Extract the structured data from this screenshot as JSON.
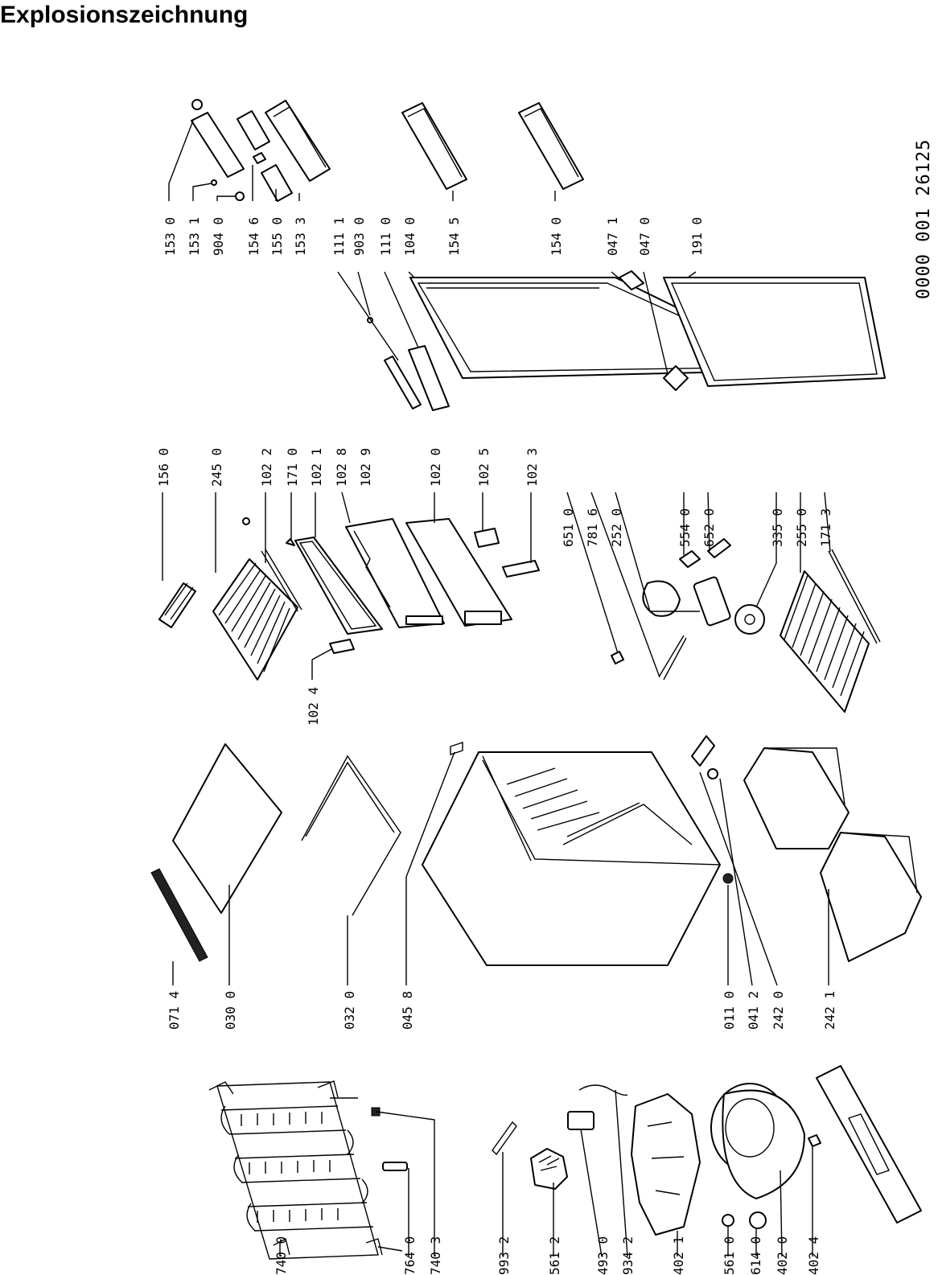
{
  "title": "Explosionszeichnung",
  "doc_code": "0000 001 26125",
  "labels": [
    {
      "id": "l7400",
      "text": "740 0"
    },
    {
      "id": "l7640",
      "text": "764 0"
    },
    {
      "id": "l7403",
      "text": "740 3"
    },
    {
      "id": "l9932",
      "text": "993 2"
    },
    {
      "id": "l5612",
      "text": "561 2"
    },
    {
      "id": "l4930",
      "text": "493 0"
    },
    {
      "id": "l9342",
      "text": "934 2"
    },
    {
      "id": "l4021",
      "text": "402 1"
    },
    {
      "id": "l5610",
      "text": "561 0"
    },
    {
      "id": "l6140",
      "text": "614 0"
    },
    {
      "id": "l4020",
      "text": "402 0"
    },
    {
      "id": "l4024",
      "text": "402 4"
    },
    {
      "id": "l0714",
      "text": "071 4"
    },
    {
      "id": "l0300",
      "text": "030 0"
    },
    {
      "id": "l0320",
      "text": "032 0"
    },
    {
      "id": "l0458",
      "text": "045 8"
    },
    {
      "id": "l0110",
      "text": "011 0"
    },
    {
      "id": "l0412",
      "text": "041 2"
    },
    {
      "id": "l2420",
      "text": "242 0"
    },
    {
      "id": "l2421",
      "text": "242 1"
    },
    {
      "id": "l1024",
      "text": "102 4"
    },
    {
      "id": "l1560",
      "text": "156 0"
    },
    {
      "id": "l2450",
      "text": "245 0"
    },
    {
      "id": "l1022",
      "text": "102 2"
    },
    {
      "id": "l1710",
      "text": "171 0"
    },
    {
      "id": "l1021",
      "text": "102 1"
    },
    {
      "id": "l1028",
      "text": "102 8"
    },
    {
      "id": "l1029",
      "text": "102 9"
    },
    {
      "id": "l1020",
      "text": "102 0"
    },
    {
      "id": "l1025",
      "text": "102 5"
    },
    {
      "id": "l1023",
      "text": "102 3"
    },
    {
      "id": "l6510",
      "text": "651 0"
    },
    {
      "id": "l7816",
      "text": "781 6"
    },
    {
      "id": "l2520",
      "text": "252 0"
    },
    {
      "id": "l5540",
      "text": "554 0"
    },
    {
      "id": "l6520",
      "text": "652 0"
    },
    {
      "id": "l3350",
      "text": "335 0"
    },
    {
      "id": "l2550",
      "text": "255 0"
    },
    {
      "id": "l1713",
      "text": "171 3"
    },
    {
      "id": "l1530",
      "text": "153 0"
    },
    {
      "id": "l1531",
      "text": "153 1"
    },
    {
      "id": "l9040",
      "text": "904 0"
    },
    {
      "id": "l1546",
      "text": "154 6"
    },
    {
      "id": "l1550",
      "text": "155 0"
    },
    {
      "id": "l1533",
      "text": "153 3"
    },
    {
      "id": "l1111",
      "text": "111 1"
    },
    {
      "id": "l9030",
      "text": "903 0"
    },
    {
      "id": "l1110",
      "text": "111 0"
    },
    {
      "id": "l1040",
      "text": "104 0"
    },
    {
      "id": "l1545",
      "text": "154 5"
    },
    {
      "id": "l1540",
      "text": "154 0"
    },
    {
      "id": "l0471",
      "text": "047 1"
    },
    {
      "id": "l0470",
      "text": "047 0"
    },
    {
      "id": "l1910",
      "text": "191 0"
    }
  ]
}
